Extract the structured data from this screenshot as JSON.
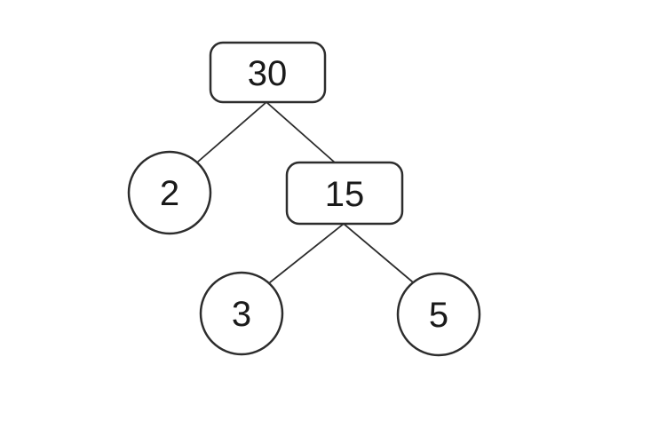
{
  "diagram": {
    "type": "factor-tree",
    "description": "Prime factor tree of 30 (30 = 2 x 15, 15 = 3 x 5)",
    "nodes": [
      {
        "id": "n30",
        "label": "30",
        "shape": "rounded-rect",
        "role": "root-composite"
      },
      {
        "id": "n2",
        "label": "2",
        "shape": "circle",
        "role": "prime-factor"
      },
      {
        "id": "n15",
        "label": "15",
        "shape": "rounded-rect",
        "role": "composite"
      },
      {
        "id": "n3",
        "label": "3",
        "shape": "circle",
        "role": "prime-factor"
      },
      {
        "id": "n5",
        "label": "5",
        "shape": "circle",
        "role": "prime-factor"
      }
    ],
    "edges": [
      {
        "from": "30",
        "to": "2"
      },
      {
        "from": "30",
        "to": "15"
      },
      {
        "from": "15",
        "to": "3"
      },
      {
        "from": "15",
        "to": "5"
      }
    ],
    "colors": {
      "stroke": "#2d2d2d",
      "fill": "#ffffff",
      "text": "#1a1a1a",
      "background": "#ffffff"
    }
  }
}
